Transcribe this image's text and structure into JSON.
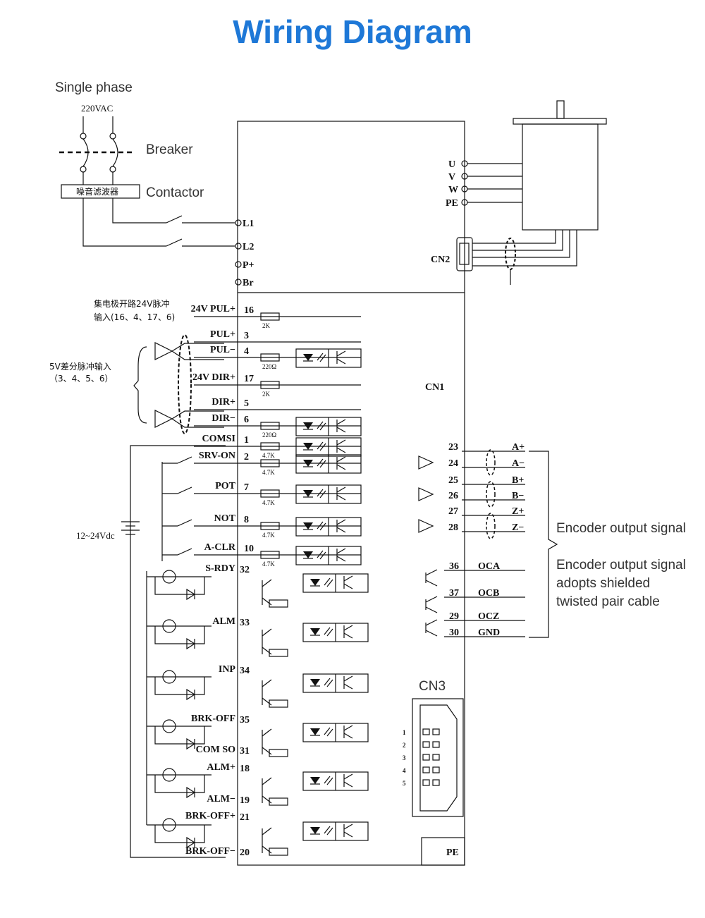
{
  "title": "Wiring Diagram",
  "power": {
    "single_phase": "Single phase",
    "voltage": "220VAC",
    "breaker": "Breaker",
    "contactor": "Contactor",
    "noise_filter": "噪音滤波器",
    "terminals": [
      "L1",
      "L2",
      "P+",
      "Br"
    ]
  },
  "motor": {
    "terminals": [
      "U",
      "V",
      "W",
      "PE"
    ],
    "cn2": "CN2"
  },
  "cn1": "CN1",
  "cn3": {
    "label": "CN3",
    "pins": [
      "1",
      "2",
      "3",
      "4",
      "5"
    ]
  },
  "pe_label": "PE",
  "notes": {
    "open_collector": "集电极开路24V脉冲",
    "open_collector_pins": "输入(16、4、17、6)",
    "diff_5v": "5V差分脉冲输入",
    "diff_5v_pins": "（3、4、5、6）",
    "supply": "12~24Vdc"
  },
  "inputs": [
    {
      "name": "24V PUL+",
      "pin": "16",
      "res": "2K"
    },
    {
      "name": "PUL+",
      "pin": "3"
    },
    {
      "name": "PUL−",
      "pin": "4",
      "res": "220Ω"
    },
    {
      "name": "24V DIR+",
      "pin": "17",
      "res": "2K"
    },
    {
      "name": "DIR+",
      "pin": "5"
    },
    {
      "name": "DIR−",
      "pin": "6",
      "res": "220Ω"
    },
    {
      "name": "COMSI",
      "pin": "1",
      "res": "4.7K"
    },
    {
      "name": "SRV-ON",
      "pin": "2",
      "res": "4.7K"
    },
    {
      "name": "POT",
      "pin": "7",
      "res": "4.7K"
    },
    {
      "name": "NOT",
      "pin": "8",
      "res": "4.7K"
    },
    {
      "name": "A-CLR",
      "pin": "10",
      "res": "4.7K"
    }
  ],
  "outputs": [
    {
      "name": "S-RDY",
      "pin": "32"
    },
    {
      "name": "ALM",
      "pin": "33"
    },
    {
      "name": "INP",
      "pin": "34"
    },
    {
      "name": "BRK-OFF",
      "pin": "35"
    },
    {
      "name": "COM SO",
      "pin": "31"
    },
    {
      "name": "ALM+",
      "pin": "18"
    },
    {
      "name": "ALM−",
      "pin": "19"
    },
    {
      "name": "BRK-OFF+",
      "pin": "21"
    },
    {
      "name": "BRK-OFF−",
      "pin": "20"
    }
  ],
  "encoder": {
    "pins": [
      {
        "pin": "23",
        "name": "A+"
      },
      {
        "pin": "24",
        "name": "A−"
      },
      {
        "pin": "25",
        "name": "B+"
      },
      {
        "pin": "26",
        "name": "B−"
      },
      {
        "pin": "27",
        "name": "Z+"
      },
      {
        "pin": "28",
        "name": "Z−"
      }
    ],
    "oc_pins": [
      {
        "pin": "36",
        "name": "OCA"
      },
      {
        "pin": "37",
        "name": "OCB"
      },
      {
        "pin": "29",
        "name": "OCZ"
      },
      {
        "pin": "30",
        "name": "GND"
      }
    ],
    "note1": "Encoder output signal",
    "note2_l1": "Encoder output signal",
    "note2_l2": "adopts shielded",
    "note2_l3": "twisted pair cable"
  }
}
